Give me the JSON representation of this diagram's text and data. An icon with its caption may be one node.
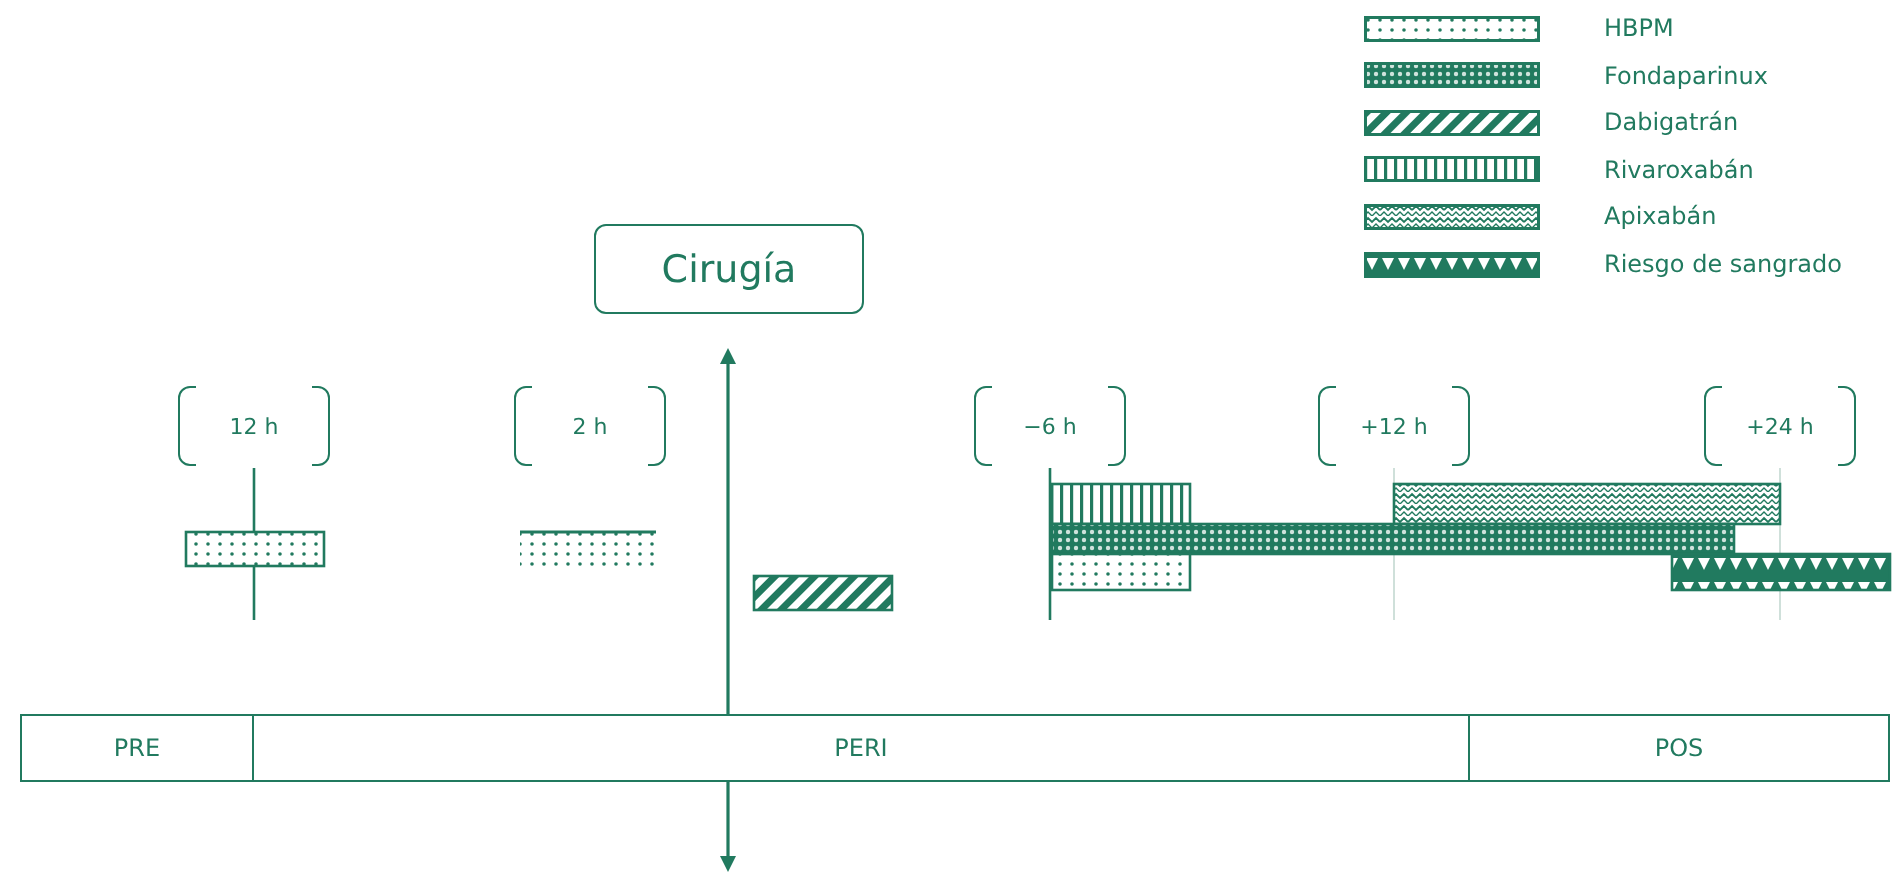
{
  "diagram": {
    "nodes": [
      {
        "text": [
          "Cirugía"
        ]
      },
      {
        "text": [
          "12 h"
        ]
      },
      {
        "text": [
          "2 h"
        ]
      },
      {
        "text": [
          "−6 h"
        ]
      },
      {
        "text": [
          "+12 h"
        ]
      },
      {
        "text": [
          "+24 h"
        ]
      },
      {
        "text": [
          "PRE"
        ]
      },
      {
        "text": [
          "PERI"
        ]
      },
      {
        "text": [
          "POS"
        ]
      }
    ],
    "legend": [
      {
        "text": "HBPM"
      },
      {
        "text": "Fondaparinux"
      },
      {
        "text": "Dabigatrán"
      },
      {
        "text": "Rivaroxabán"
      },
      {
        "text": "Apixabán"
      },
      {
        "text": "Riesgo de sangrado"
      }
    ]
  }
}
